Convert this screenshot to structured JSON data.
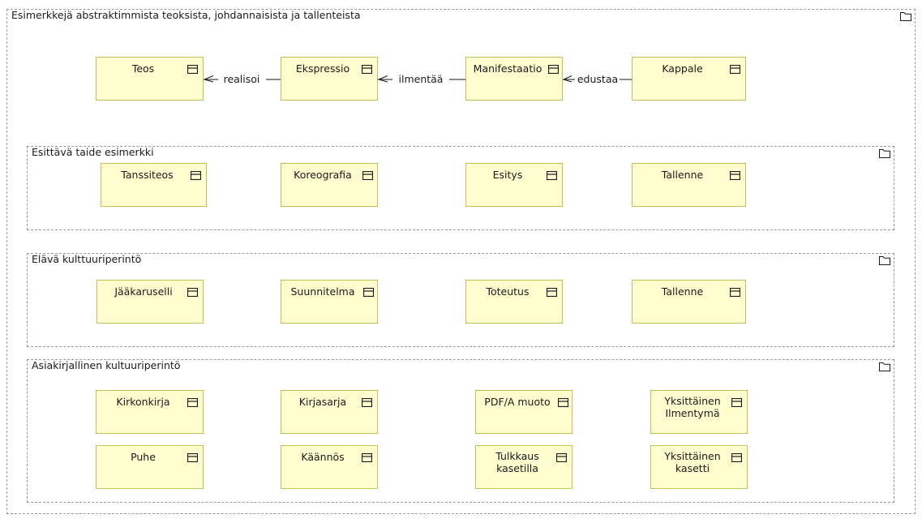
{
  "diagram": {
    "title": "Esimerkkejä abstraktimmista teoksista, johdannaisista ja tallenteista",
    "fill_color": "#FEFECE",
    "border_color": "#C8BC5C",
    "frame_color": "#999999",
    "line_color": "#1A1A1A",
    "icon_names": {
      "class": "class-icon",
      "folder": "folder-icon"
    }
  },
  "groups": [
    {
      "id": "abstract-works",
      "title": "Esimerkkejä abstraktimmista teoksista, johdannaisista ja tallenteista",
      "nodes": [
        {
          "label": "Teos"
        },
        {
          "label": "Ekspressio"
        },
        {
          "label": "Manifestaatio"
        },
        {
          "label": "Kappale"
        }
      ],
      "connectors": [
        {
          "label": "realisoi",
          "from": "Ekspressio",
          "to": "Teos"
        },
        {
          "label": "ilmentää",
          "from": "Manifestaatio",
          "to": "Ekspressio"
        },
        {
          "label": "edustaa",
          "from": "Kappale",
          "to": "Manifestaatio"
        }
      ]
    },
    {
      "id": "performing-arts",
      "title": "Esittävä taide esimerkki",
      "nodes": [
        {
          "label": "Tanssiteos"
        },
        {
          "label": "Koreografia"
        },
        {
          "label": "Esitys"
        },
        {
          "label": "Tallenne"
        }
      ],
      "connectors": []
    },
    {
      "id": "living-heritage",
      "title": "Elävä kulttuuriperintö",
      "nodes": [
        {
          "label": "Jääkaruselli"
        },
        {
          "label": "Suunnitelma"
        },
        {
          "label": "Toteutus"
        },
        {
          "label": "Tallenne"
        }
      ],
      "connectors": []
    },
    {
      "id": "documentary-heritage",
      "title": "Asiakirjallinen kultuuriperintö",
      "nodes": [
        {
          "label": "Kirkonkirja"
        },
        {
          "label": "Kirjasarja"
        },
        {
          "label": "PDF/A muoto"
        },
        {
          "label": "Yksittäinen\nIlmentymä"
        },
        {
          "label": "Puhe"
        },
        {
          "label": "Käännös"
        },
        {
          "label": "Tulkkaus\nkasetilla"
        },
        {
          "label": "Yksittäinen\nkasetti"
        }
      ],
      "connectors": []
    }
  ]
}
